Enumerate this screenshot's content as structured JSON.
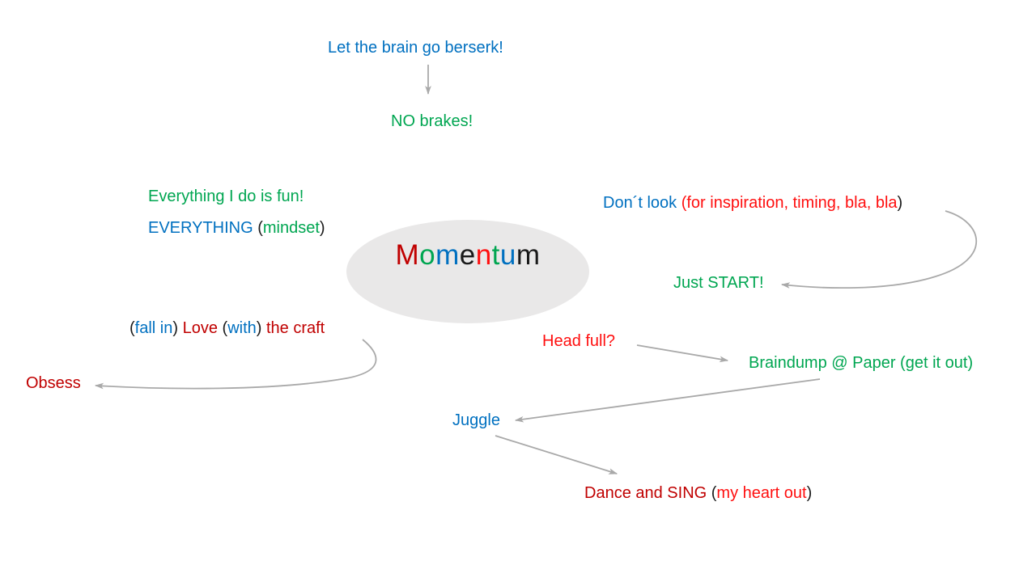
{
  "title": "Momentum mind map",
  "colors": {
    "blue": "#0070C0",
    "green": "#00A651",
    "red": "#FF0F0F",
    "dark_red": "#C00000",
    "black": "#1A1A1A",
    "arrow_gray": "#A9A9A9",
    "ellipse_fill": "#E9E8E8"
  },
  "momentum": {
    "letters": [
      {
        "ch": "M",
        "color": "dark_red"
      },
      {
        "ch": "o",
        "color": "green"
      },
      {
        "ch": "m",
        "color": "blue"
      },
      {
        "ch": "e",
        "color": "black"
      },
      {
        "ch": "n",
        "color": "red"
      },
      {
        "ch": "t",
        "color": "green"
      },
      {
        "ch": "u",
        "color": "blue"
      },
      {
        "ch": "m",
        "color": "black"
      }
    ]
  },
  "nodes": {
    "berserk": {
      "segments": [
        {
          "text": "Let the brain go berserk!",
          "color": "blue"
        }
      ]
    },
    "no_brakes": {
      "segments": [
        {
          "text": "NO brakes!",
          "color": "green"
        }
      ]
    },
    "fun": {
      "segments": [
        {
          "text": "Everything I do is fun!",
          "color": "green"
        }
      ]
    },
    "everything": {
      "segments": [
        {
          "text": "EVERYTHING ",
          "color": "blue"
        },
        {
          "text": "(",
          "color": "black"
        },
        {
          "text": "mindset",
          "color": "green"
        },
        {
          "text": ")",
          "color": "black"
        }
      ]
    },
    "dont_look": {
      "segments": [
        {
          "text": "Don´t look ",
          "color": "blue"
        },
        {
          "text": "(for inspiration, timing, bla, bla",
          "color": "red"
        },
        {
          "text": ")",
          "color": "black"
        }
      ]
    },
    "just_start": {
      "segments": [
        {
          "text": "Just START!",
          "color": "green"
        }
      ]
    },
    "love_craft": {
      "segments": [
        {
          "text": "(",
          "color": "black"
        },
        {
          "text": "fall in",
          "color": "blue"
        },
        {
          "text": ") ",
          "color": "black"
        },
        {
          "text": "Love",
          "color": "dark_red"
        },
        {
          "text": " (",
          "color": "black"
        },
        {
          "text": "with",
          "color": "blue"
        },
        {
          "text": ") ",
          "color": "black"
        },
        {
          "text": "the craft",
          "color": "dark_red"
        }
      ]
    },
    "obsess": {
      "segments": [
        {
          "text": "Obsess",
          "color": "dark_red"
        }
      ]
    },
    "head_full": {
      "segments": [
        {
          "text": "Head full?",
          "color": "red"
        }
      ]
    },
    "braindump": {
      "segments": [
        {
          "text": "Braindump @ Paper (get it out)",
          "color": "green"
        }
      ]
    },
    "juggle": {
      "segments": [
        {
          "text": "Juggle",
          "color": "blue"
        }
      ]
    },
    "dance": {
      "segments": [
        {
          "text": "Dance and SING ",
          "color": "dark_red"
        },
        {
          "text": "(",
          "color": "black"
        },
        {
          "text": "my heart out",
          "color": "red"
        },
        {
          "text": ")",
          "color": "black"
        }
      ]
    }
  }
}
